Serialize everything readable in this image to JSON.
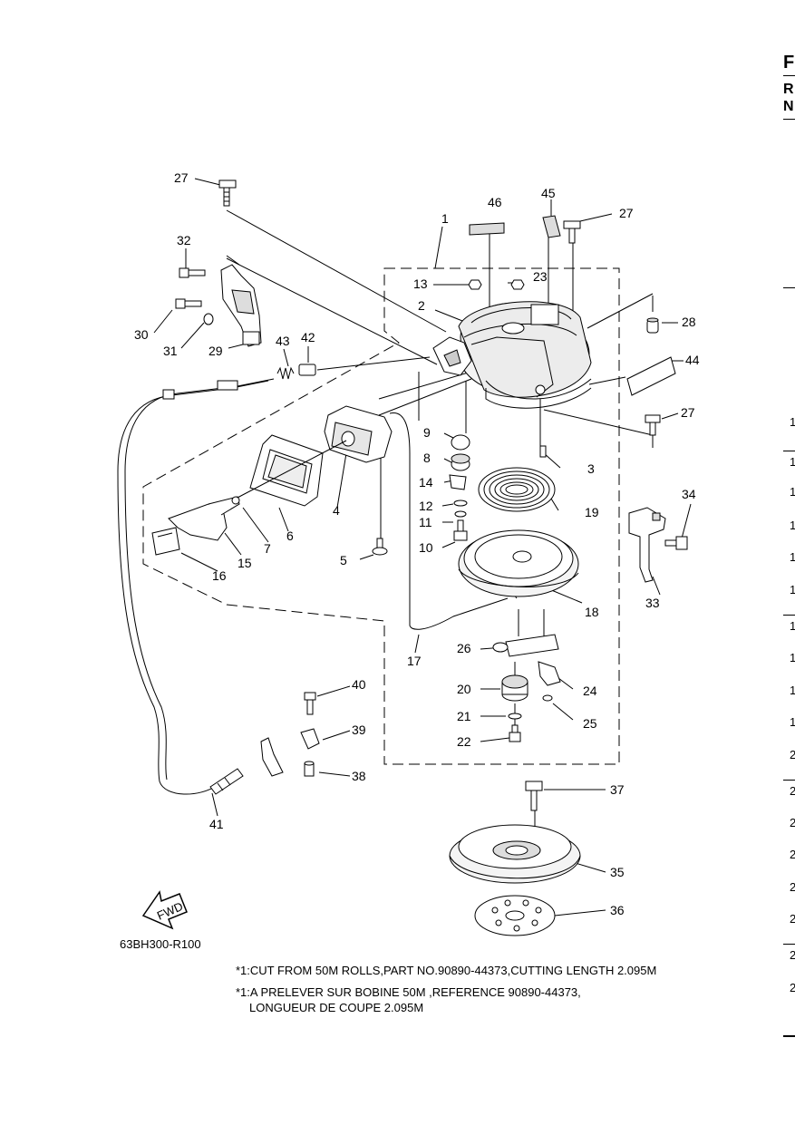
{
  "diagram_code": "63BH300-R100",
  "fwd_label": "FWD",
  "notes": {
    "en": "*1:CUT FROM 50M ROLLS,PART NO.90890-44373,CUTTING LENGTH 2.095M",
    "fr_line1": "*1:A PRELEVER SUR BOBINE 50M ,REFERENCE 90890-44373,",
    "fr_line2": "LONGUEUR DE COUPE 2.095M"
  },
  "edge_header": {
    "letters": [
      "F",
      "R",
      "N"
    ]
  },
  "edge_numbers": [
    "1",
    "1",
    "1",
    "1",
    "1",
    "1",
    "1",
    "1",
    "1",
    "1",
    "2",
    "2",
    "2",
    "2",
    "2",
    "2",
    "2",
    "2"
  ],
  "callouts": {
    "c1": "1",
    "c2": "2",
    "c3": "3",
    "c4": "4",
    "c5": "5",
    "c6": "6",
    "c7": "7",
    "c8": "8",
    "c9": "9",
    "c10": "10",
    "c11": "11",
    "c12": "12",
    "c13": "13",
    "c14": "14",
    "c15": "15",
    "c16": "16",
    "c17": "17",
    "c18": "18",
    "c19": "19",
    "c20": "20",
    "c21": "21",
    "c22": "22",
    "c23": "23",
    "c24": "24",
    "c25": "25",
    "c26": "26",
    "c27a": "27",
    "c27b": "27",
    "c27c": "27",
    "c28": "28",
    "c29": "29",
    "c30": "30",
    "c31": "31",
    "c32": "32",
    "c33": "33",
    "c34": "34",
    "c35": "35",
    "c36": "36",
    "c37": "37",
    "c38": "38",
    "c39": "39",
    "c40": "40",
    "c41": "41",
    "c42": "42",
    "c43": "43",
    "c44": "44",
    "c45": "45",
    "c46": "46"
  },
  "colors": {
    "line": "#000000",
    "fill": "#ffffff",
    "shade": "#d8d8d8",
    "mid": "#9a9a9a"
  }
}
